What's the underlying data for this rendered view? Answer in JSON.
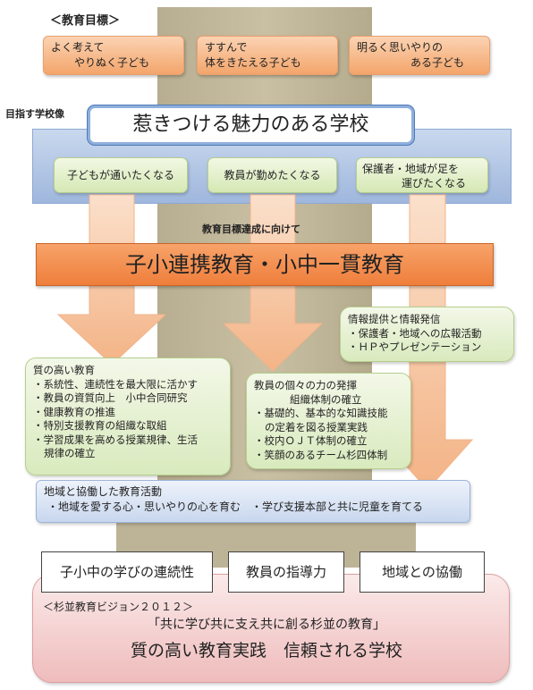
{
  "goals": {
    "title": "＜教育目標＞",
    "items": [
      {
        "line1": "よく考えて",
        "line2": "やりぬく子ども"
      },
      {
        "line1": "すすんで",
        "line2": "体をきたえる子ども"
      },
      {
        "line1": "明るく思いやりの",
        "line2": "ある子ども"
      }
    ]
  },
  "vision": {
    "label": "目指す学校像",
    "title": "惹きつける魅力のある学校",
    "pillars": [
      {
        "text": "子どもが通いたくなる"
      },
      {
        "text": "教員が勤めたくなる"
      },
      {
        "line1": "保護者・地域が足を",
        "line2": "運びたくなる"
      }
    ]
  },
  "toward": "教育目標達成に向けて",
  "main": "子小連携教育・小中一貫教育",
  "card_quality": {
    "title": "質の高い教育",
    "items": [
      "・系統性、連続性を最大限に活かす",
      "・教員の資質向上　小中合同研究",
      "・健康教育の推進",
      "・特別支援教育の組織な取組",
      "・学習成果を高める授業規律、生活",
      "規律の確立"
    ]
  },
  "card_staff": {
    "title": "教員の個々の力の発揮",
    "subtitle": "組織体制の確立",
    "items": [
      "・基礎的、基本的な知識技能",
      "の定着を図る授業実践",
      "・校内ＯＪＴ体制の確立",
      "・笑顔のあるチーム杉四体制"
    ]
  },
  "card_info": {
    "title": "情報提供と情報発信",
    "items": [
      "・保護者・地域への広報活動",
      "・ＨＰやプレゼンテーション"
    ]
  },
  "community": {
    "title": "地域と協働した教育活動",
    "line": "・地域を愛する心・思いやりの心を育む　・学び支援本部と共に児童を育てる"
  },
  "keywords": [
    "子小中の学びの連続性",
    "教員の指導力",
    "地域との協働"
  ],
  "sugi": {
    "title": "＜杉並教育ビジョン２０１２＞",
    "line1": "「共に学び共に支え共に創る杉並の教育」",
    "line2": "質の高い教育実践　信頼される学校"
  },
  "colors": {
    "orange": "#ef7e3b",
    "peach": "#f3a56b",
    "green": "#d5e8b4",
    "blue": "#9fb7dd",
    "pink": "#efbcbc",
    "pillar": "#c9bfa3"
  }
}
